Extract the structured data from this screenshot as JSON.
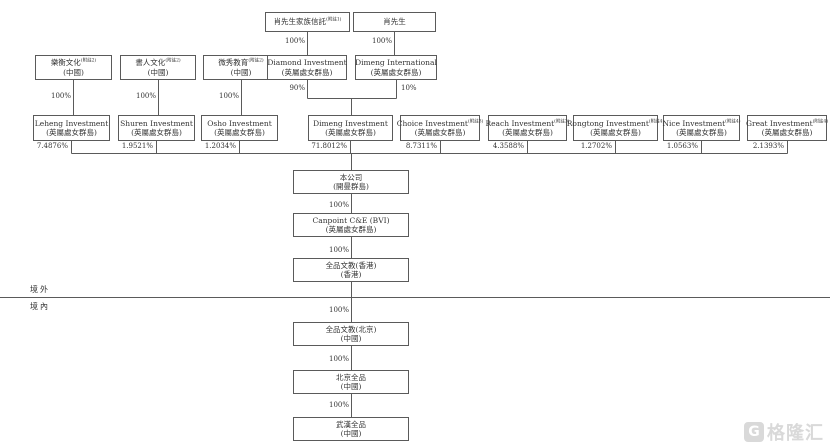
{
  "row1": [
    {
      "name": "肖先生家族信託",
      "note": "(附註1)",
      "percent": "100%"
    },
    {
      "name": "肖先生",
      "note": "",
      "percent": "100%"
    }
  ],
  "row2": [
    {
      "name": "樂衡文化",
      "note": "(附註2)",
      "place": "(中國)",
      "percent": "100%"
    },
    {
      "name": "書人文化",
      "note": "(附註2)",
      "place": "(中國)",
      "percent": "100%"
    },
    {
      "name": "微秀教育",
      "note": "(附註2)",
      "place": "(中國)",
      "percent": "100%"
    },
    {
      "name": "Diamond Investment",
      "note": "",
      "place": "(英屬處女群島)",
      "percent": "90%"
    },
    {
      "name": "Dimeng International",
      "note": "",
      "place": "(英屬處女群島)",
      "percent": "10%"
    }
  ],
  "row3": [
    {
      "name": "Leheng Investment",
      "note": "",
      "place": "(英屬處女群島)",
      "percent": "7.4876%"
    },
    {
      "name": "Shuren Investment",
      "note": "",
      "place": "(英屬處女群島)",
      "percent": "1.9521%"
    },
    {
      "name": "Osho Investment",
      "note": "",
      "place": "(英屬處女群島)",
      "percent": "1.2034%"
    },
    {
      "name": "Dimeng Investment",
      "note": "",
      "place": "(英屬處女群島)",
      "percent": "71.8012%"
    },
    {
      "name": "Choice Investment",
      "note": "(附註3)",
      "place": "(英屬處女群島)",
      "percent": "8.7311%"
    },
    {
      "name": "Reach Investment",
      "note": "(附註3)",
      "place": "(英屬處女群島)",
      "percent": "4.3588%"
    },
    {
      "name": "Rongtong Investment",
      "note": "(附註4)",
      "place": "(英屬處女群島)",
      "percent": "1.2702%"
    },
    {
      "name": "Nice Investment",
      "note": "(附註4)",
      "place": "(英屬處女群島)",
      "percent": "1.0563%"
    },
    {
      "name": "Great Investment",
      "note": "(附註4)",
      "place": "(英屬處女群島)",
      "percent": "2.1393%"
    }
  ],
  "chain": [
    {
      "name": "本公司",
      "place": "(開曼群島)",
      "percent_below": "100%"
    },
    {
      "name": "Canpoint C&E (BVI)",
      "place": "(英屬處女群島)",
      "percent_below": "100%"
    },
    {
      "name": "全品文教(香港)",
      "place": "(香港)",
      "percent_below": "100%"
    },
    {
      "name": "全品文教(北京)",
      "place": "(中國)",
      "percent_below": "100%"
    },
    {
      "name": "北京全品",
      "place": "(中國)",
      "percent_below": "100%"
    },
    {
      "name": "武漢全品",
      "place": "(中國)",
      "percent_below": ""
    }
  ],
  "region_labels": {
    "offshore": "境外",
    "onshore": "境內"
  },
  "watermark": {
    "logo_letter": "G",
    "text": "格隆汇",
    "color": "#d9d9d9"
  },
  "colors": {
    "line": "#5a5a5a",
    "text": "#333333",
    "background": "#ffffff"
  }
}
